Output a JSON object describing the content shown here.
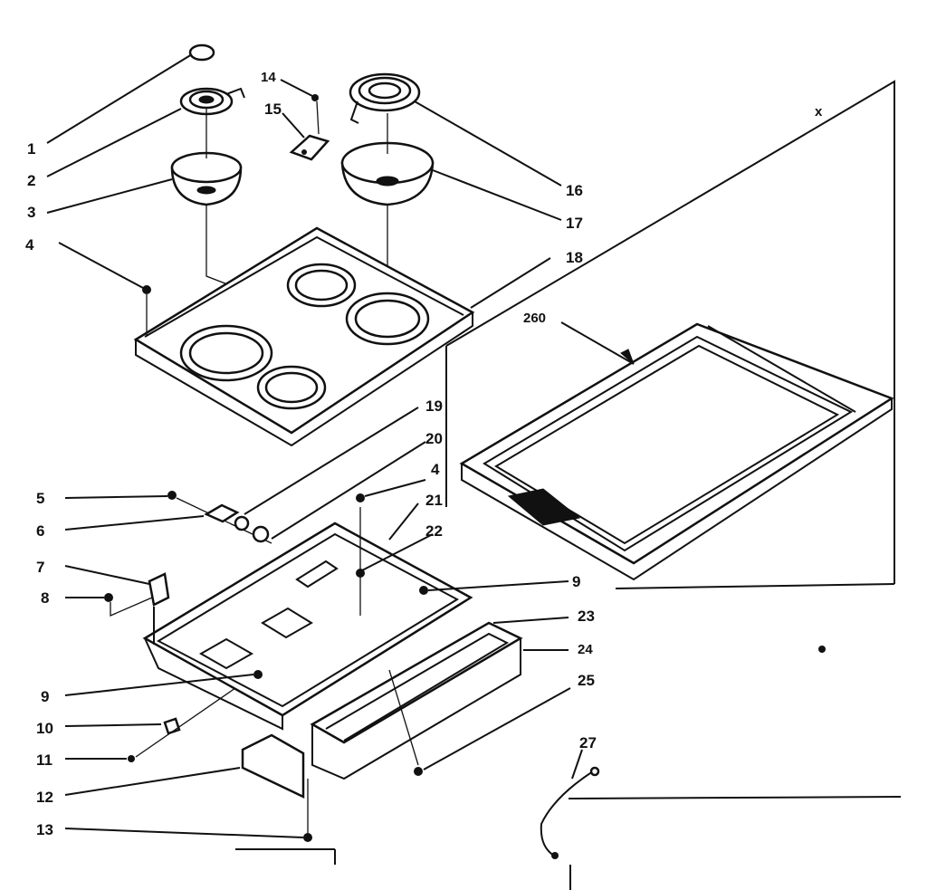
{
  "labels": {
    "l1": "1",
    "l2": "2",
    "l3": "3",
    "l4a": "4",
    "l5": "5",
    "l6": "6",
    "l7": "7",
    "l8": "8",
    "l9a": "9",
    "l10": "10",
    "l11": "11",
    "l12": "12",
    "l13": "13",
    "l14": "14",
    "l15": "15",
    "l16": "16",
    "l17": "17",
    "l18": "18",
    "l19": "19",
    "l20": "20",
    "l4b": "4",
    "l21": "21",
    "l22": "22",
    "l9b": "9",
    "l23": "23",
    "l24": "24",
    "l25": "25",
    "l260": "260",
    "l27": "27",
    "l_x": "x"
  }
}
